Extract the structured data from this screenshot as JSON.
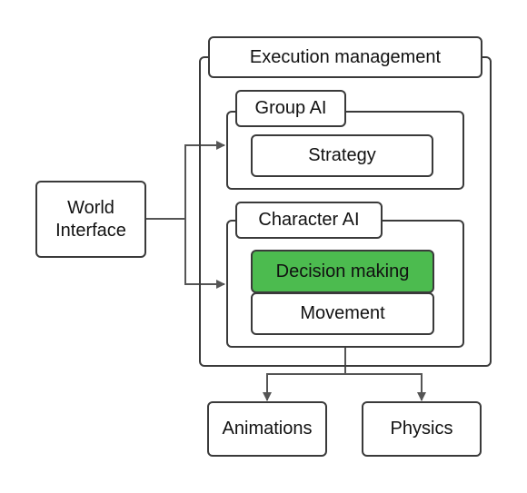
{
  "colors": {
    "stroke": "#3a3a3a",
    "connector": "#555555",
    "background": "#ffffff",
    "highlight_fill": "#4cbb4f"
  },
  "labels": {
    "execution_management": "Execution management",
    "group_ai": "Group AI",
    "strategy": "Strategy",
    "world_interface_line1": "World",
    "world_interface_line2": "Interface",
    "character_ai": "Character AI",
    "decision_making": "Decision making",
    "movement": "Movement",
    "animations": "Animations",
    "physics": "Physics"
  }
}
